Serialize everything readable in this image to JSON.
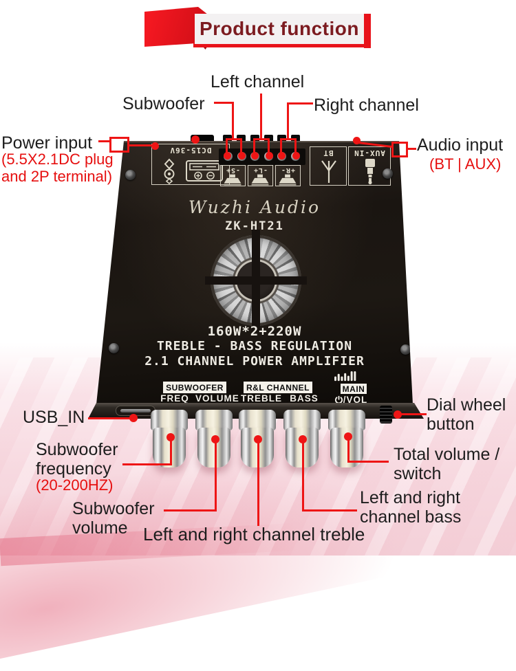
{
  "banner": {
    "title": "Product function"
  },
  "colors": {
    "accent_red": "#ee1515",
    "banner_red": "#e8131b",
    "title_text": "#7c1b20",
    "label_black": "#1d1d1d"
  },
  "callouts": {
    "left_channel": {
      "label": "Left channel"
    },
    "subwoofer": {
      "label": "Subwoofer"
    },
    "right_channel": {
      "label": "Right channel"
    },
    "power_input": {
      "label": "Power input",
      "sub": "(5.5X2.1DC plug\nand 2P terminal)"
    },
    "audio_input": {
      "label": "Audio input",
      "sub": "(BT | AUX)"
    },
    "usb_in": {
      "label": "USB_IN"
    },
    "dial_wheel": {
      "label": "Dial wheel\nbutton"
    },
    "subwoofer_frequency": {
      "label": "Subwoofer\nfrequency",
      "sub": "(20-200HZ)"
    },
    "subwoofer_volume": {
      "label": "Subwoofer\nvolume"
    },
    "treble": {
      "label": "Left and right channel treble"
    },
    "bass": {
      "label": "Left and right\nchannel bass"
    },
    "total_volume": {
      "label": "Total volume /\nswitch"
    }
  },
  "board": {
    "brand": "Wuzhi Audio",
    "model": "ZK-HT21",
    "specs": [
      "160W*2+220W",
      "TREBLE - BASS REGULATION",
      "2.1 CHANNEL POWER AMPLIFIER"
    ],
    "connectors": {
      "dc": "DC15-36V",
      "speakers": [
        "-S+",
        "-L+",
        "+R-"
      ],
      "bt": "BT",
      "aux": "AUX-IN"
    },
    "panel": {
      "subwoofer_group": "SUBWOOFER",
      "freq": "FREQ",
      "volume": "VOLUME",
      "rl_group": "R&L CHANNEL",
      "treble": "TREBLE",
      "bass": "BASS",
      "main_group": "MAIN",
      "main_control": "/VOL"
    }
  }
}
